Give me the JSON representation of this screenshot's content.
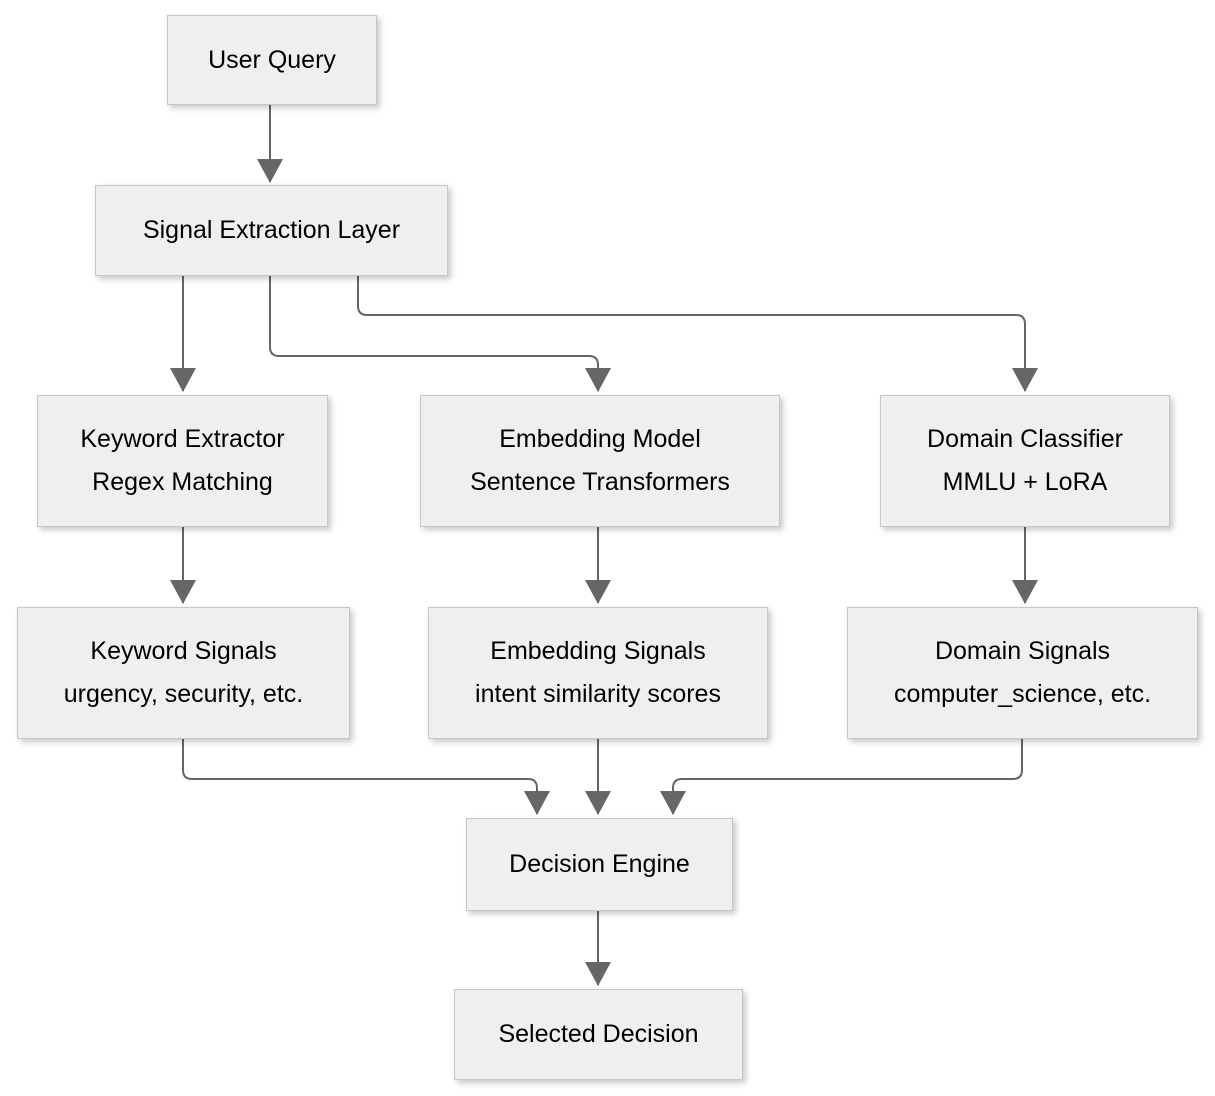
{
  "diagram": {
    "type": "flowchart",
    "background": "#ffffff",
    "nodes": {
      "user_query": {
        "label": "User Query"
      },
      "signal_extraction": {
        "label": "Signal Extraction Layer"
      },
      "keyword_extractor": {
        "label": "Keyword Extractor",
        "sublabel": "Regex Matching"
      },
      "embedding_model": {
        "label": "Embedding Model",
        "sublabel": "Sentence Transformers"
      },
      "domain_classifier": {
        "label": "Domain Classifier",
        "sublabel": "MMLU + LoRA"
      },
      "keyword_signals": {
        "label": "Keyword Signals",
        "sublabel": "urgency, security, etc."
      },
      "embedding_signals": {
        "label": "Embedding Signals",
        "sublabel": "intent similarity scores"
      },
      "domain_signals": {
        "label": "Domain Signals",
        "sublabel": "computer_science, etc."
      },
      "decision_engine": {
        "label": "Decision Engine"
      },
      "selected_decision": {
        "label": "Selected Decision"
      }
    },
    "edges": [
      {
        "from": "user_query",
        "to": "signal_extraction"
      },
      {
        "from": "signal_extraction",
        "to": "keyword_extractor"
      },
      {
        "from": "signal_extraction",
        "to": "embedding_model"
      },
      {
        "from": "signal_extraction",
        "to": "domain_classifier"
      },
      {
        "from": "keyword_extractor",
        "to": "keyword_signals"
      },
      {
        "from": "embedding_model",
        "to": "embedding_signals"
      },
      {
        "from": "domain_classifier",
        "to": "domain_signals"
      },
      {
        "from": "keyword_signals",
        "to": "decision_engine"
      },
      {
        "from": "embedding_signals",
        "to": "decision_engine"
      },
      {
        "from": "domain_signals",
        "to": "decision_engine"
      },
      {
        "from": "decision_engine",
        "to": "selected_decision"
      }
    ],
    "colors": {
      "box_fill": "#efefef",
      "box_border": "#c6c6c6",
      "connector": "#666666",
      "arrowhead": "#666666",
      "text": "#000000"
    }
  }
}
